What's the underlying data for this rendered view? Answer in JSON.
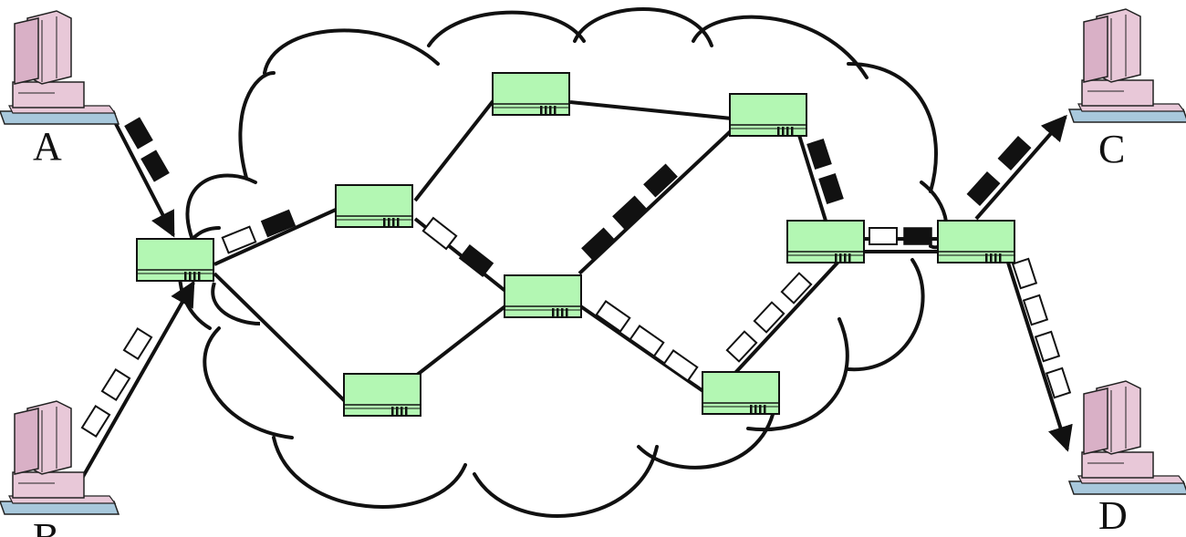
{
  "labels": {
    "A": "A",
    "B": "B",
    "C": "C",
    "D": "D"
  },
  "colors": {
    "router_fill": "#b3f7b3",
    "router_stroke": "#111111",
    "computer_body": "#e8c8d8",
    "computer_stroke": "#222222",
    "desk": "#a8c8dc",
    "packet_dark": "#111111",
    "packet_light": "#ffffff",
    "cloud_stroke": "#111111",
    "link": "#111111"
  },
  "icons": {
    "computer": "desktop-computer-icon",
    "router": "packet-switch-icon",
    "network": "cloud-icon"
  }
}
